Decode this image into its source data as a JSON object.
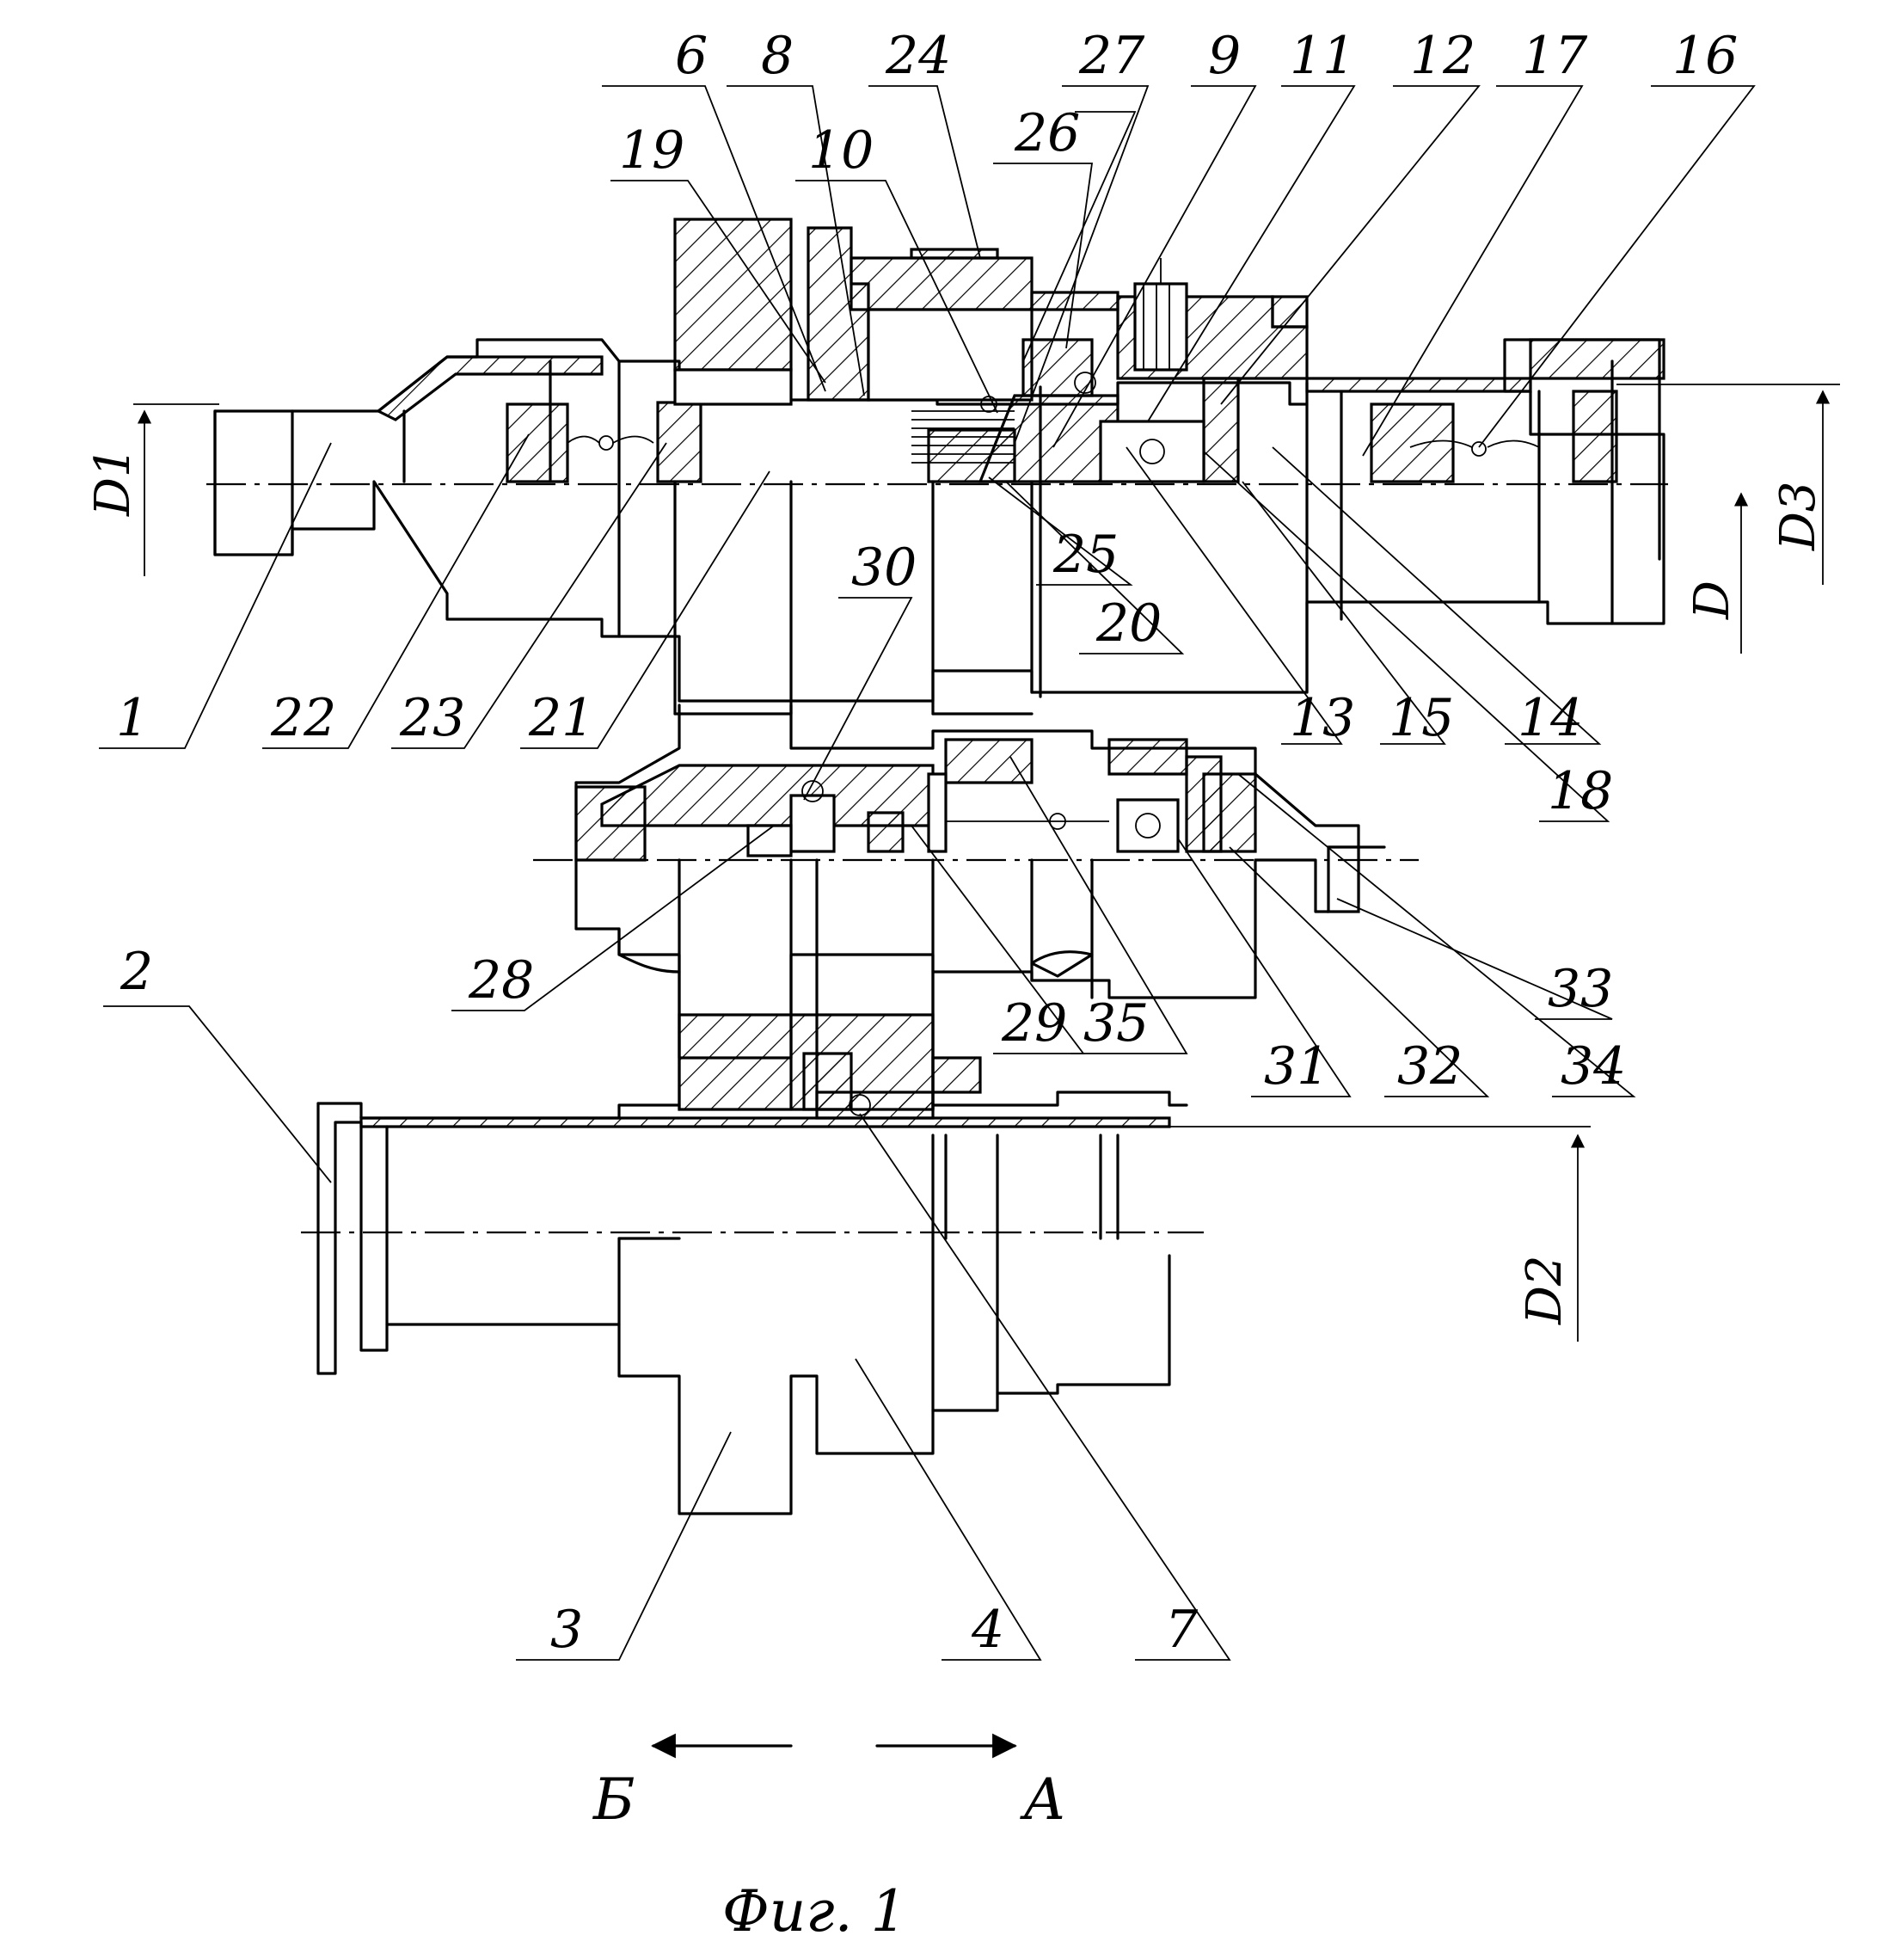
{
  "labels": {
    "n1": "1",
    "n2": "2",
    "n3": "3",
    "n4": "4",
    "n6": "6",
    "n7": "7",
    "n8": "8",
    "n9": "9",
    "n10": "10",
    "n11": "11",
    "n12": "12",
    "n13": "13",
    "n14": "14",
    "n15": "15",
    "n16": "16",
    "n17": "17",
    "n18": "18",
    "n19": "19",
    "n20": "20",
    "n21": "21",
    "n22": "22",
    "n23": "23",
    "n24": "24",
    "n25": "25",
    "n26": "26",
    "n27": "27",
    "n28": "28",
    "n29": "29",
    "n30": "30",
    "n31": "31",
    "n32": "32",
    "n33": "33",
    "n34": "34",
    "n35": "35"
  },
  "dimensions": {
    "d1": "D1",
    "d2": "D2",
    "d3": "D3",
    "d": "D"
  },
  "directions": {
    "left": "Б",
    "right": "А"
  },
  "caption": "Фиг. 1"
}
